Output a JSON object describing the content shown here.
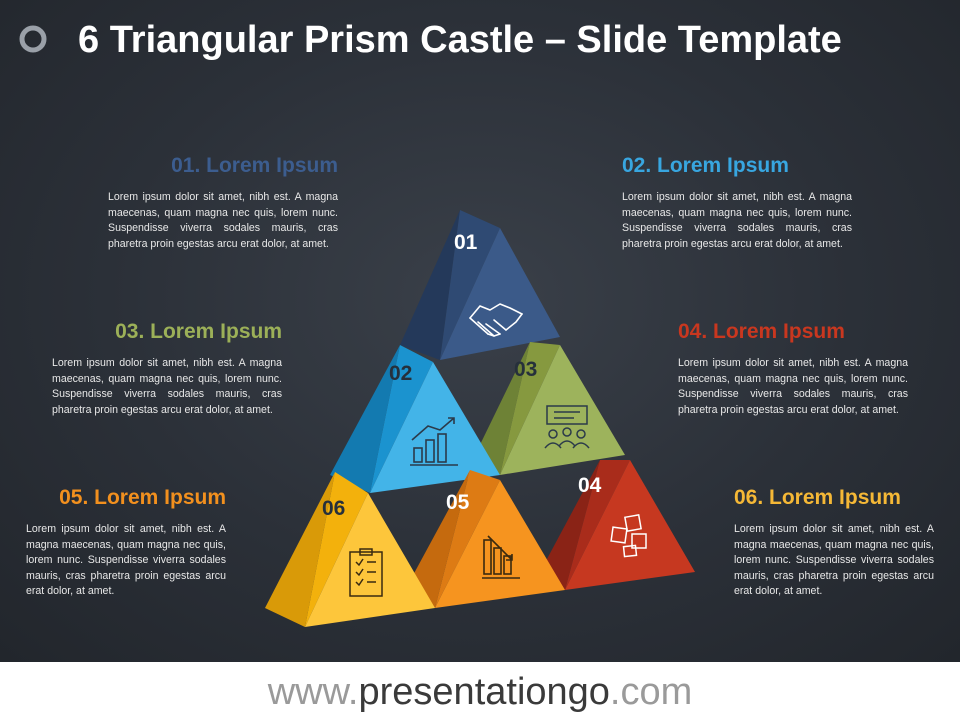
{
  "title": "6 Triangular Prism Castle – Slide Template",
  "colors": {
    "p01": "#2e4a73",
    "p02": "#1e9bd7",
    "p03": "#8fa34d",
    "p04": "#b8321f",
    "p05": "#f2901e",
    "p06": "#f5b40f"
  },
  "items": [
    {
      "heading": "01. Lorem Ipsum",
      "body": "Lorem ipsum dolor sit amet, nibh est. A magna maecenas, quam magna nec quis, lorem nunc. Suspendisse viverra sodales mauris, cras pharetra proin egestas arcu erat dolor, at amet.",
      "color": "#3c5d8f"
    },
    {
      "heading": "02. Lorem Ipsum",
      "body": "Lorem ipsum dolor sit amet, nibh est. A magna maecenas, quam magna nec quis, lorem nunc. Suspendisse viverra sodales mauris, cras pharetra proin egestas arcu erat dolor, at amet.",
      "color": "#38a6e0"
    },
    {
      "heading": "03. Lorem Ipsum",
      "body": "Lorem ipsum dolor sit amet, nibh est. A magna maecenas, quam magna nec quis, lorem nunc. Suspendisse viverra sodales mauris, cras pharetra proin egestas arcu erat dolor, at amet.",
      "color": "#9cb058"
    },
    {
      "heading": "04. Lorem Ipsum",
      "body": "Lorem ipsum dolor sit amet, nibh est. A magna maecenas, quam magna nec quis, lorem nunc. Suspendisse viverra sodales mauris, cras pharetra proin egestas arcu erat dolor, at amet.",
      "color": "#c9371f"
    },
    {
      "heading": "05. Lorem Ipsum",
      "body": "Lorem ipsum dolor sit amet, nibh est. A magna maecenas, quam magna nec quis, lorem nunc. Suspendisse viverra sodales mauris, cras pharetra proin egestas arcu erat dolor, at amet.",
      "color": "#f2901e"
    },
    {
      "heading": "06. Lorem Ipsum",
      "body": "Lorem ipsum dolor sit amet, nibh est. A magna maecenas, quam magna nec quis, lorem nunc. Suspendisse viverra sodales mauris, cras pharetra proin egestas arcu erat dolor, at amet.",
      "color": "#f5b836"
    }
  ],
  "prisms": [
    {
      "number": "01",
      "icon": "handshake-icon"
    },
    {
      "number": "02",
      "icon": "bar-chart-up-icon"
    },
    {
      "number": "03",
      "icon": "meeting-icon"
    },
    {
      "number": "04",
      "icon": "sticky-notes-icon"
    },
    {
      "number": "05",
      "icon": "bar-chart-down-icon"
    },
    {
      "number": "06",
      "icon": "checklist-icon"
    }
  ],
  "footer": {
    "prefix": "www.",
    "main": "presentationgo",
    "suffix": ".com"
  }
}
